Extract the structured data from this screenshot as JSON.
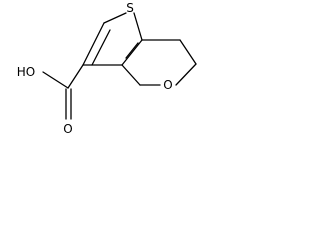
{
  "molecule": {
    "atoms": {
      "sulfur": "S",
      "ring_oxygen": "O",
      "carbonyl_oxygen": "O",
      "hydroxyl": "HO"
    }
  }
}
